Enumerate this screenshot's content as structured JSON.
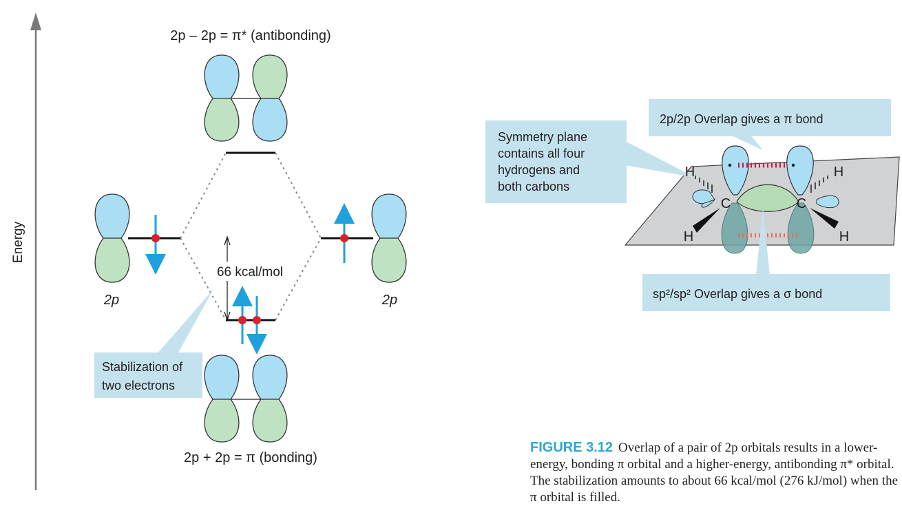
{
  "diagram": {
    "axis_label": "Energy",
    "antibonding_label": "2p – 2p = π* (antibonding)",
    "bonding_label": "2p + 2p = π (bonding)",
    "left_orbital_label": "2p",
    "right_orbital_label": "2p",
    "energy_gap_label": "66 kcal/mol",
    "stabilization_callout": [
      "Stabilization of",
      "two electrons"
    ],
    "symmetry_callout": [
      "Symmetry plane",
      "contains all four",
      "hydrogens and",
      "both carbons"
    ],
    "pi_overlap_callout": "2p/2p Overlap gives a π bond",
    "sigma_overlap_callout": "sp²/sp² Overlap gives a σ bond",
    "atoms": {
      "carbon": "C",
      "hydrogen": "H"
    }
  },
  "colors": {
    "blue_lobe": "#a9def4",
    "green_lobe": "#bfe2c3",
    "arrow_blue": "#1ea1dc",
    "electron_dot": "#d8202f",
    "callout_bg": "#c4e1ee",
    "plane": "#d0d2d4",
    "pi_dash": "#d0163f",
    "sigma_dash": "#e86e5a",
    "caption_label": "#2aa8d4"
  },
  "caption": {
    "label": "FIGURE 3.12",
    "text": "Overlap of a pair of 2p orbitals results in a lower-energy, bonding π orbital and a higher-energy, antibonding π* orbital. The stabilization amounts to about 66 kcal/mol (276 kJ/mol) when the π orbital is filled."
  }
}
